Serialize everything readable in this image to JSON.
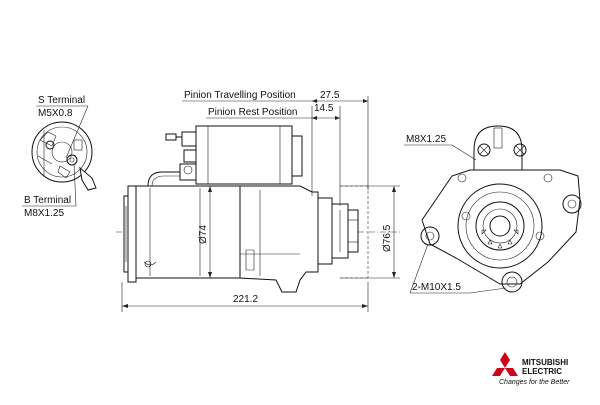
{
  "labels": {
    "s_terminal": "S Terminal",
    "s_terminal_thread": "M5X0.8",
    "b_terminal": "B Terminal",
    "b_terminal_thread": "M8X1.25",
    "pinion_travelling": "Pinion Travelling Position",
    "pinion_travelling_value": "27.5",
    "pinion_rest": "Pinion Rest Position",
    "pinion_rest_value": "14.5",
    "body_diameter": "Ø74",
    "flange_diameter": "Ø76.5",
    "overall_length": "221.2",
    "front_thread": "M8X1.25",
    "mount_holes": "2-M10X1.5"
  },
  "brand": {
    "name_line1": "MITSUBISHI",
    "name_line2": "ELECTRIC",
    "slogan": "Changes for the Better",
    "color": "#d0021b"
  }
}
